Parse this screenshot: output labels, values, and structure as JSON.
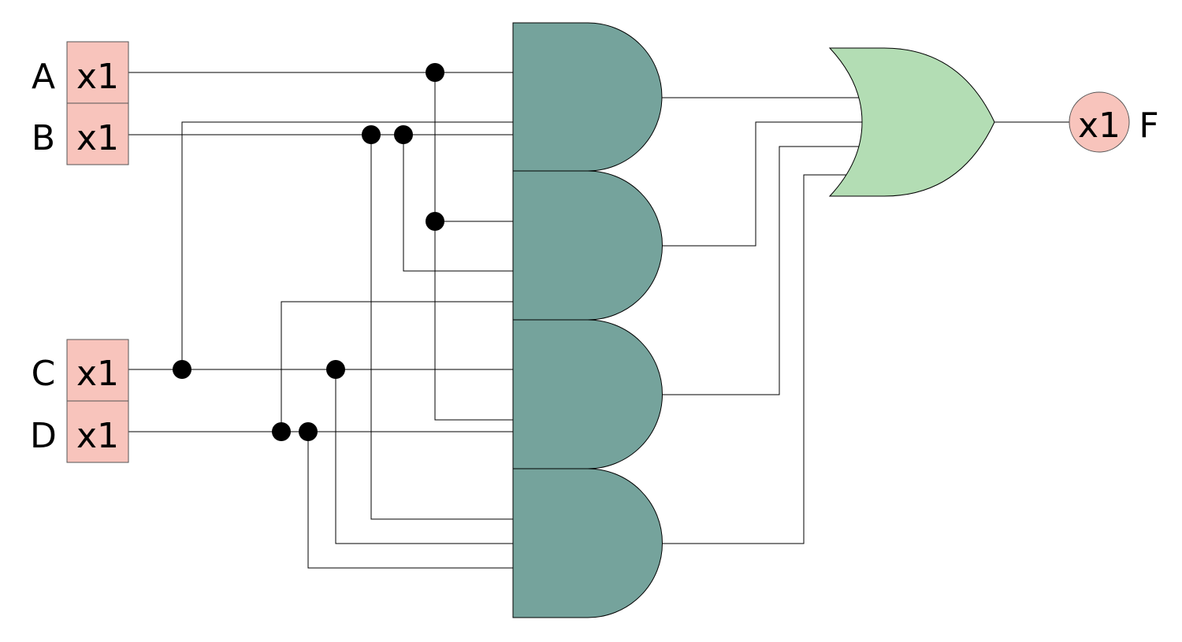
{
  "colors": {
    "and_gate": "#75a39c",
    "or_gate": "#b3ddb4",
    "io_fill": "#f8c4bc",
    "wire": "#000000"
  },
  "inputs": [
    {
      "name": "A",
      "value": "x1"
    },
    {
      "name": "B",
      "value": "x1"
    },
    {
      "name": "C",
      "value": "x1"
    },
    {
      "name": "D",
      "value": "x1"
    }
  ],
  "output": {
    "name": "F",
    "value": "x1"
  }
}
